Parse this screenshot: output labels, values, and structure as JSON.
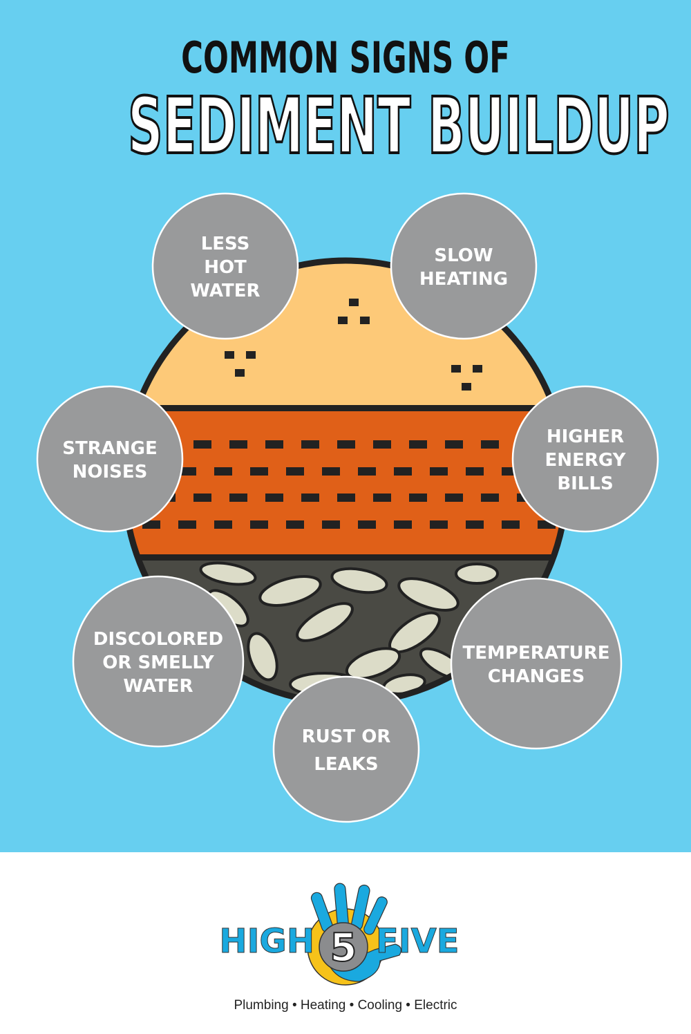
{
  "title": {
    "line1": "COMMON SIGNS OF",
    "line2": "SEDIMENT BUILDUP"
  },
  "signs": [
    {
      "lines": [
        "LESS",
        "HOT",
        "WATER"
      ]
    },
    {
      "lines": [
        "SLOW",
        "HEATING"
      ]
    },
    {
      "lines": [
        "STRANGE",
        "NOISES"
      ]
    },
    {
      "lines": [
        "HIGHER",
        "ENERGY",
        "BILLS"
      ]
    },
    {
      "lines": [
        "DISCOLORED",
        "OR SMELLY",
        "WATER"
      ]
    },
    {
      "lines": [
        "TEMPERATURE",
        "CHANGES"
      ]
    },
    {
      "lines": [
        "RUST OR",
        "LEAKS"
      ]
    }
  ],
  "logo": {
    "left": "HIGH",
    "number": "5",
    "right": "FIVE"
  },
  "tagline": "Plumbing • Heating • Cooling • Electric",
  "colors": {
    "background": "#67cff0",
    "sand": "#fdc978",
    "rust": "#e06018",
    "sediment": "#4a4a44",
    "pebble": "#dcdcc8",
    "badge": "#999a9b",
    "logo_blue": "#1aa9df",
    "logo_yellow": "#f6c21a"
  }
}
